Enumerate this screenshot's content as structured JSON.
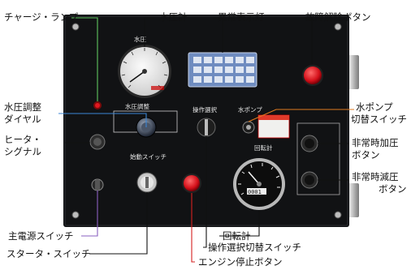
{
  "callouts": {
    "charge_lamp": "チャージ・ランプ",
    "water_pressure_gauge": "水圧計",
    "abnormal_indicator": "異常表示灯",
    "fault_reset_button": "故障解除ボタン",
    "water_pressure_dial_l1": "水圧調整",
    "water_pressure_dial_l2": "ダイヤル",
    "heater_signal_l1": "ヒータ・",
    "heater_signal_l2": "シグナル",
    "water_pump_switch_l1": "水ポンプ",
    "water_pump_switch_l2": "切替スイッチ",
    "emergency_pressurize_l1": "非常時加圧",
    "emergency_pressurize_l2": "ボタン",
    "emergency_depressurize_l1": "非常時減圧",
    "emergency_depressurize_l2": "ボタン",
    "main_power_switch": "主電源スイッチ",
    "tachometer": "回転計",
    "starter_switch": "スタータ・スイッチ",
    "operation_select_switch": "操作選択切替スイッチ",
    "engine_stop_button": "エンジン停止ボタン"
  },
  "panel": {
    "gauge_label": "水圧",
    "dial_plate": "水圧調整",
    "start_switch_plate": "始動スイッチ",
    "operation_select_plate": "操作選択",
    "water_pump_plate": "水ポンプ",
    "tachometer_plate": "回転計",
    "odometer": "0001"
  }
}
